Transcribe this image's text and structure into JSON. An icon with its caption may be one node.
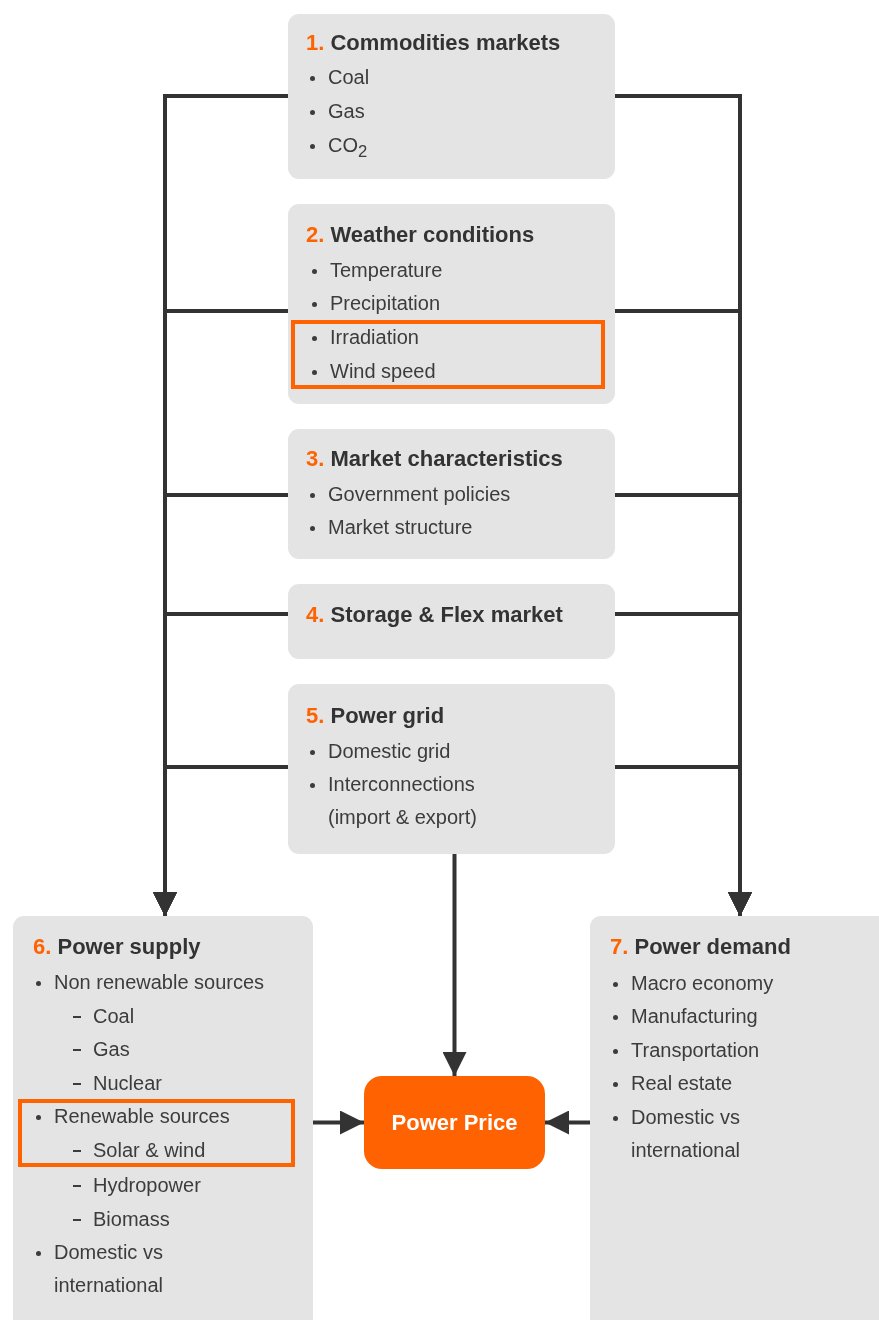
{
  "diagram": {
    "nodes": [
      {
        "text": [
          "1. Commodities markets",
          "Coal",
          "Gas",
          "CO$_{2}$"
        ]
      },
      {
        "text": [
          "2. Weather conditions",
          "Temperature",
          "Precipitation"
        ]
      },
      {
        "text": [
          "Irradiation",
          "Wind speed"
        ],
        "in": 1
      },
      {
        "text": [
          "3. Market characteristics",
          "Government policies",
          "Market structure"
        ]
      },
      {
        "text": [
          "4. Storage & Flex market"
        ]
      },
      {
        "text": [
          "5. Power grid",
          "Domestic grid",
          "Interconnections (import & export)"
        ]
      },
      {
        "text": [
          "6. Power supply",
          "Non renewable sources",
          "Coal",
          "Gas",
          "Nuclear",
          "Hydropower",
          "Biomass",
          "Domestic vs international"
        ]
      },
      {
        "text": [
          "Renewable sources",
          "Solar & wind"
        ],
        "in": 6
      },
      {
        "text": [
          "7. Power demand",
          "Macro economy",
          "Manufacturing",
          "Transportation",
          "Real estate",
          "Domestic vs international"
        ]
      },
      {
        "text": [
          "Power Price"
        ]
      }
    ],
    "edges": [
      {
        "from": 0,
        "to": 6,
        "arrow": "to"
      },
      {
        "from": 0,
        "to": 8,
        "arrow": "to"
      },
      {
        "from": 1,
        "to": 6,
        "arrow": "to"
      },
      {
        "from": 1,
        "to": 8,
        "arrow": "to"
      },
      {
        "from": 3,
        "to": 6,
        "arrow": "to"
      },
      {
        "from": 3,
        "to": 8,
        "arrow": "to"
      },
      {
        "from": 4,
        "to": 6,
        "arrow": "to"
      },
      {
        "from": 4,
        "to": 8,
        "arrow": "to"
      },
      {
        "from": 5,
        "to": 6,
        "arrow": "to"
      },
      {
        "from": 5,
        "to": 8,
        "arrow": "to"
      },
      {
        "from": 5,
        "to": 9,
        "arrow": "to"
      },
      {
        "from": 6,
        "to": 9,
        "arrow": "to"
      },
      {
        "from": 8,
        "to": 9,
        "arrow": "to"
      }
    ]
  }
}
